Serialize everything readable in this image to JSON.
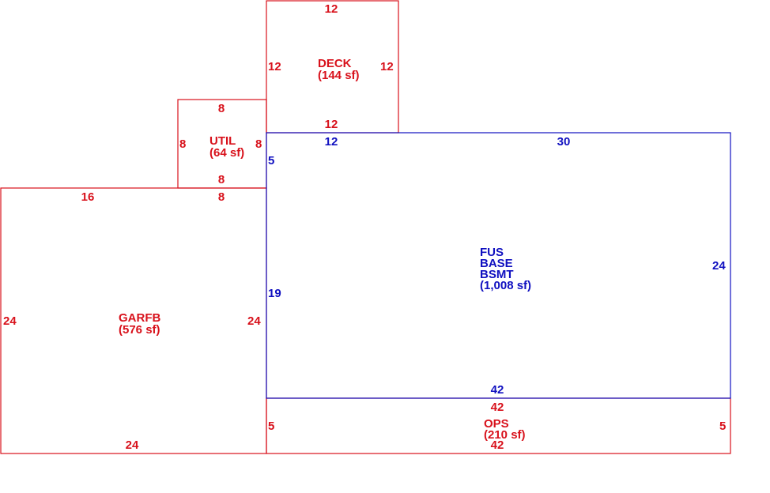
{
  "colors": {
    "red": "#d8111b",
    "blue": "#1010c0",
    "background": "#ffffff"
  },
  "areas": {
    "deck": {
      "name": "DECK",
      "area": "(144 sf)",
      "color": "#d8111b",
      "dims": {
        "top": "12",
        "left": "12",
        "right": "12",
        "bottom": "12"
      }
    },
    "util": {
      "name": "UTIL",
      "area": "(64 sf)",
      "color": "#d8111b",
      "dims": {
        "top": "8",
        "left": "8",
        "right": "8",
        "bottom": "8"
      }
    },
    "garfb": {
      "name": "GARFB",
      "area": "(576 sf)",
      "color": "#d8111b",
      "dims": {
        "top_left": "16",
        "top_right": "8",
        "left": "24",
        "right": "24",
        "bottom": "24"
      }
    },
    "fus": {
      "lines": [
        "FUS",
        "BASE",
        "BSMT"
      ],
      "area": "(1,008 sf)",
      "color": "#1010c0",
      "dims": {
        "top_left": "12",
        "top_right": "30",
        "left_upper": "5",
        "left_lower": "19",
        "right": "24",
        "bottom": "42"
      }
    },
    "ops": {
      "name": "OPS",
      "area": "(210 sf)",
      "color": "#d8111b",
      "dims": {
        "top": "42",
        "left": "5",
        "right": "5",
        "bottom": "42"
      }
    }
  }
}
